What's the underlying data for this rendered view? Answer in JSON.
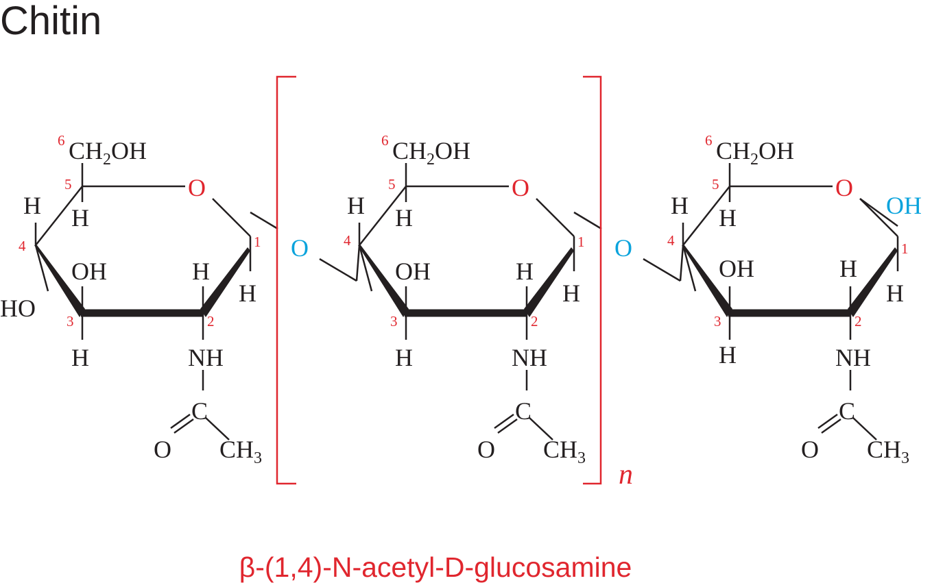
{
  "title": "Chitin",
  "caption": "β-(1,4)-N-acetyl-D-glucosamine",
  "repeat_label": "n",
  "labels": {
    "ring_oxygen": "O",
    "glycosidic_oxygen": "O",
    "terminal_oh": "OH",
    "ch2oh_main": "CH",
    "ch2oh_sub": "2",
    "ch2oh_tail": "OH",
    "h": "H",
    "oh": "OH",
    "ho": "HO",
    "nh": "NH",
    "c": "C",
    "o": "O",
    "ch3_main": "CH",
    "ch3_sub": "3"
  },
  "positions": {
    "c1": "1",
    "c2": "2",
    "c3": "3",
    "c4": "4",
    "c5": "5",
    "c6": "6"
  },
  "colors": {
    "text": "#231f20",
    "numbering": "#e0262e",
    "ring_oxygen": "#e0262e",
    "glycosidic_oxygen": "#0aa3dc",
    "bracket": "#e0262e"
  }
}
